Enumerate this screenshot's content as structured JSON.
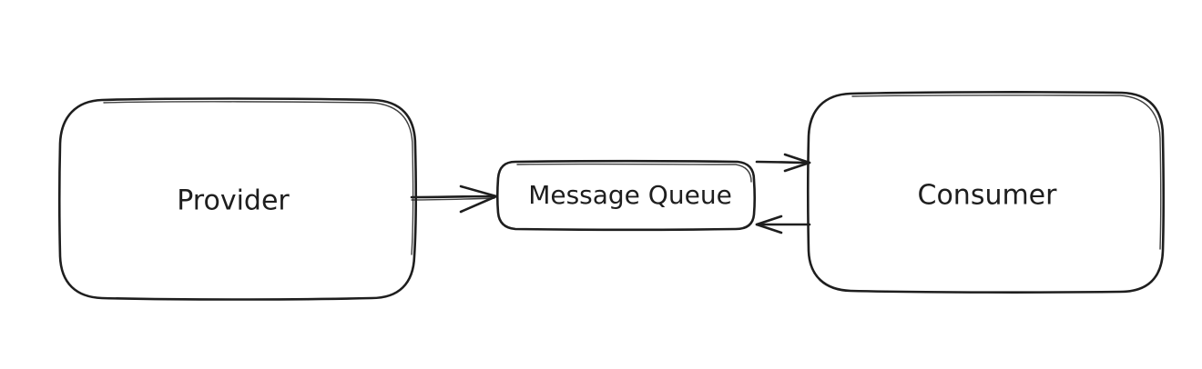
{
  "diagram": {
    "nodes": {
      "provider": {
        "label": "Provider"
      },
      "queue": {
        "label": "Message Queue"
      },
      "consumer": {
        "label": "Consumer"
      }
    },
    "edges": [
      {
        "from": "provider",
        "to": "queue"
      },
      {
        "from": "queue",
        "to": "consumer"
      },
      {
        "from": "consumer",
        "to": "queue"
      }
    ],
    "colors": {
      "stroke": "#1e1e1e",
      "background": "#ffffff"
    }
  }
}
